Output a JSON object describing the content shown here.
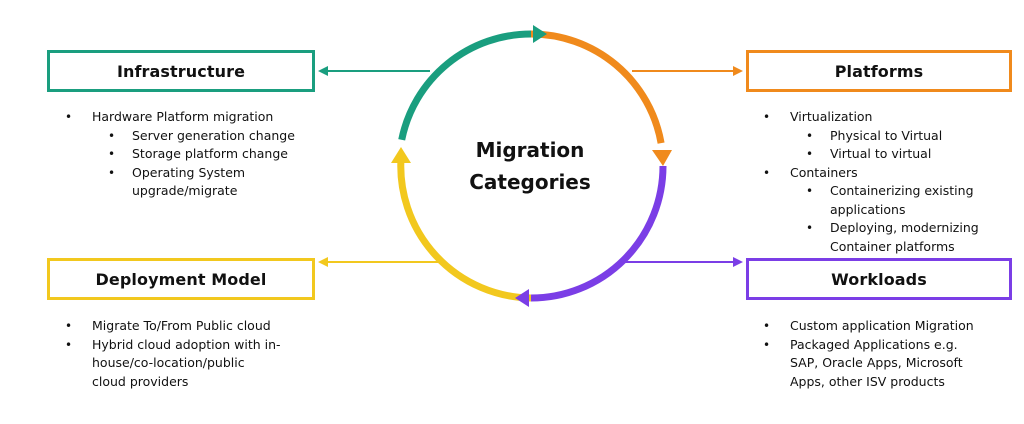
{
  "colors": {
    "infrastructure": "#1a9e7f",
    "platforms": "#f08a1c",
    "workloads": "#7b3ee6",
    "deployment_model": "#f2c81e"
  },
  "center": {
    "line1": "Migration",
    "line2": "Categories"
  },
  "infrastructure": {
    "title": "Infrastructure",
    "items": [
      {
        "text": "Hardware Platform migration",
        "sub": [
          "Server generation change",
          "Storage platform change",
          "Operating System upgrade/migrate"
        ]
      }
    ]
  },
  "platforms": {
    "title": "Platforms",
    "items": [
      {
        "text": "Virtualization",
        "sub": [
          "Physical to Virtual",
          "Virtual to virtual"
        ]
      },
      {
        "text": "Containers",
        "sub": [
          "Containerizing existing applications",
          "Deploying, modernizing Container platforms"
        ]
      }
    ]
  },
  "deployment_model": {
    "title": "Deployment Model",
    "items": [
      {
        "text": "Migrate To/From Public cloud"
      },
      {
        "text": "Hybrid cloud adoption with in-house/co-location/public cloud providers"
      }
    ]
  },
  "workloads": {
    "title": "Workloads",
    "items": [
      {
        "text": "Custom application Migration"
      },
      {
        "text": "Packaged Applications e.g. SAP, Oracle Apps, Microsoft Apps, other ISV products"
      }
    ]
  }
}
